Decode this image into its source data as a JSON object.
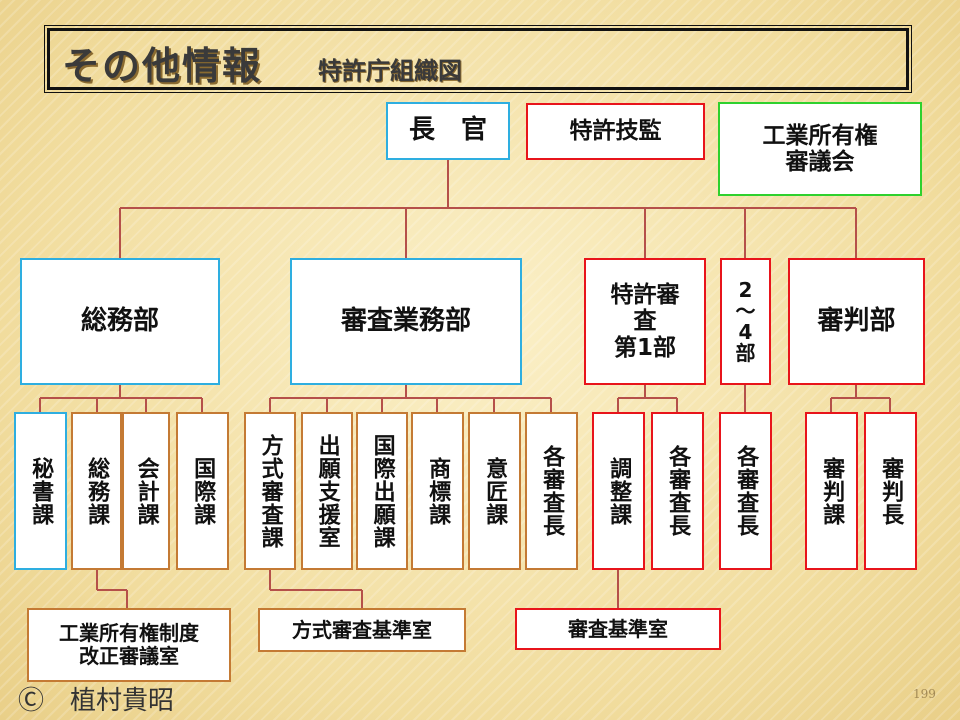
{
  "header": {
    "title": "その他情報",
    "subtitle": "特許庁組織図"
  },
  "top": {
    "commissioner": "長　官",
    "patent_tech": "特許技監",
    "council": "工業所有権\n審議会"
  },
  "departments": {
    "general": "総務部",
    "exam_affairs": "審査業務部",
    "patent_exam1": "特許審\n査\n第1部",
    "exam2_4": "2\n〜\n4\n部",
    "appeals": "審判部"
  },
  "sections": {
    "secretary": "秘書課",
    "general_affairs": "総務課",
    "accounting": "会計課",
    "international": "国際課",
    "formality_exam": "方式審査課",
    "filing_support": "出願支援室",
    "intl_filing": "国際出願課",
    "trademark": "商標課",
    "design": "意匠課",
    "chief_examiners_a": "各審査長",
    "coordination": "調整課",
    "chief_examiners_b": "各審査長",
    "chief_examiners_c": "各審査長",
    "appeals_section": "審判課",
    "appeals_chief": "審判長"
  },
  "offices": {
    "ip_reform": "工業所有権制度\n改正審議室",
    "formality_standards": "方式審査基準室",
    "exam_standards": "審査基準室"
  },
  "footer": {
    "copyright": "Ⓒ　植村貴昭",
    "page": "199"
  },
  "colors": {
    "blue": "#2eaee0",
    "red": "#e8141b",
    "green": "#2ed12e",
    "orange": "#c47a34",
    "connector": "#b5504a"
  }
}
